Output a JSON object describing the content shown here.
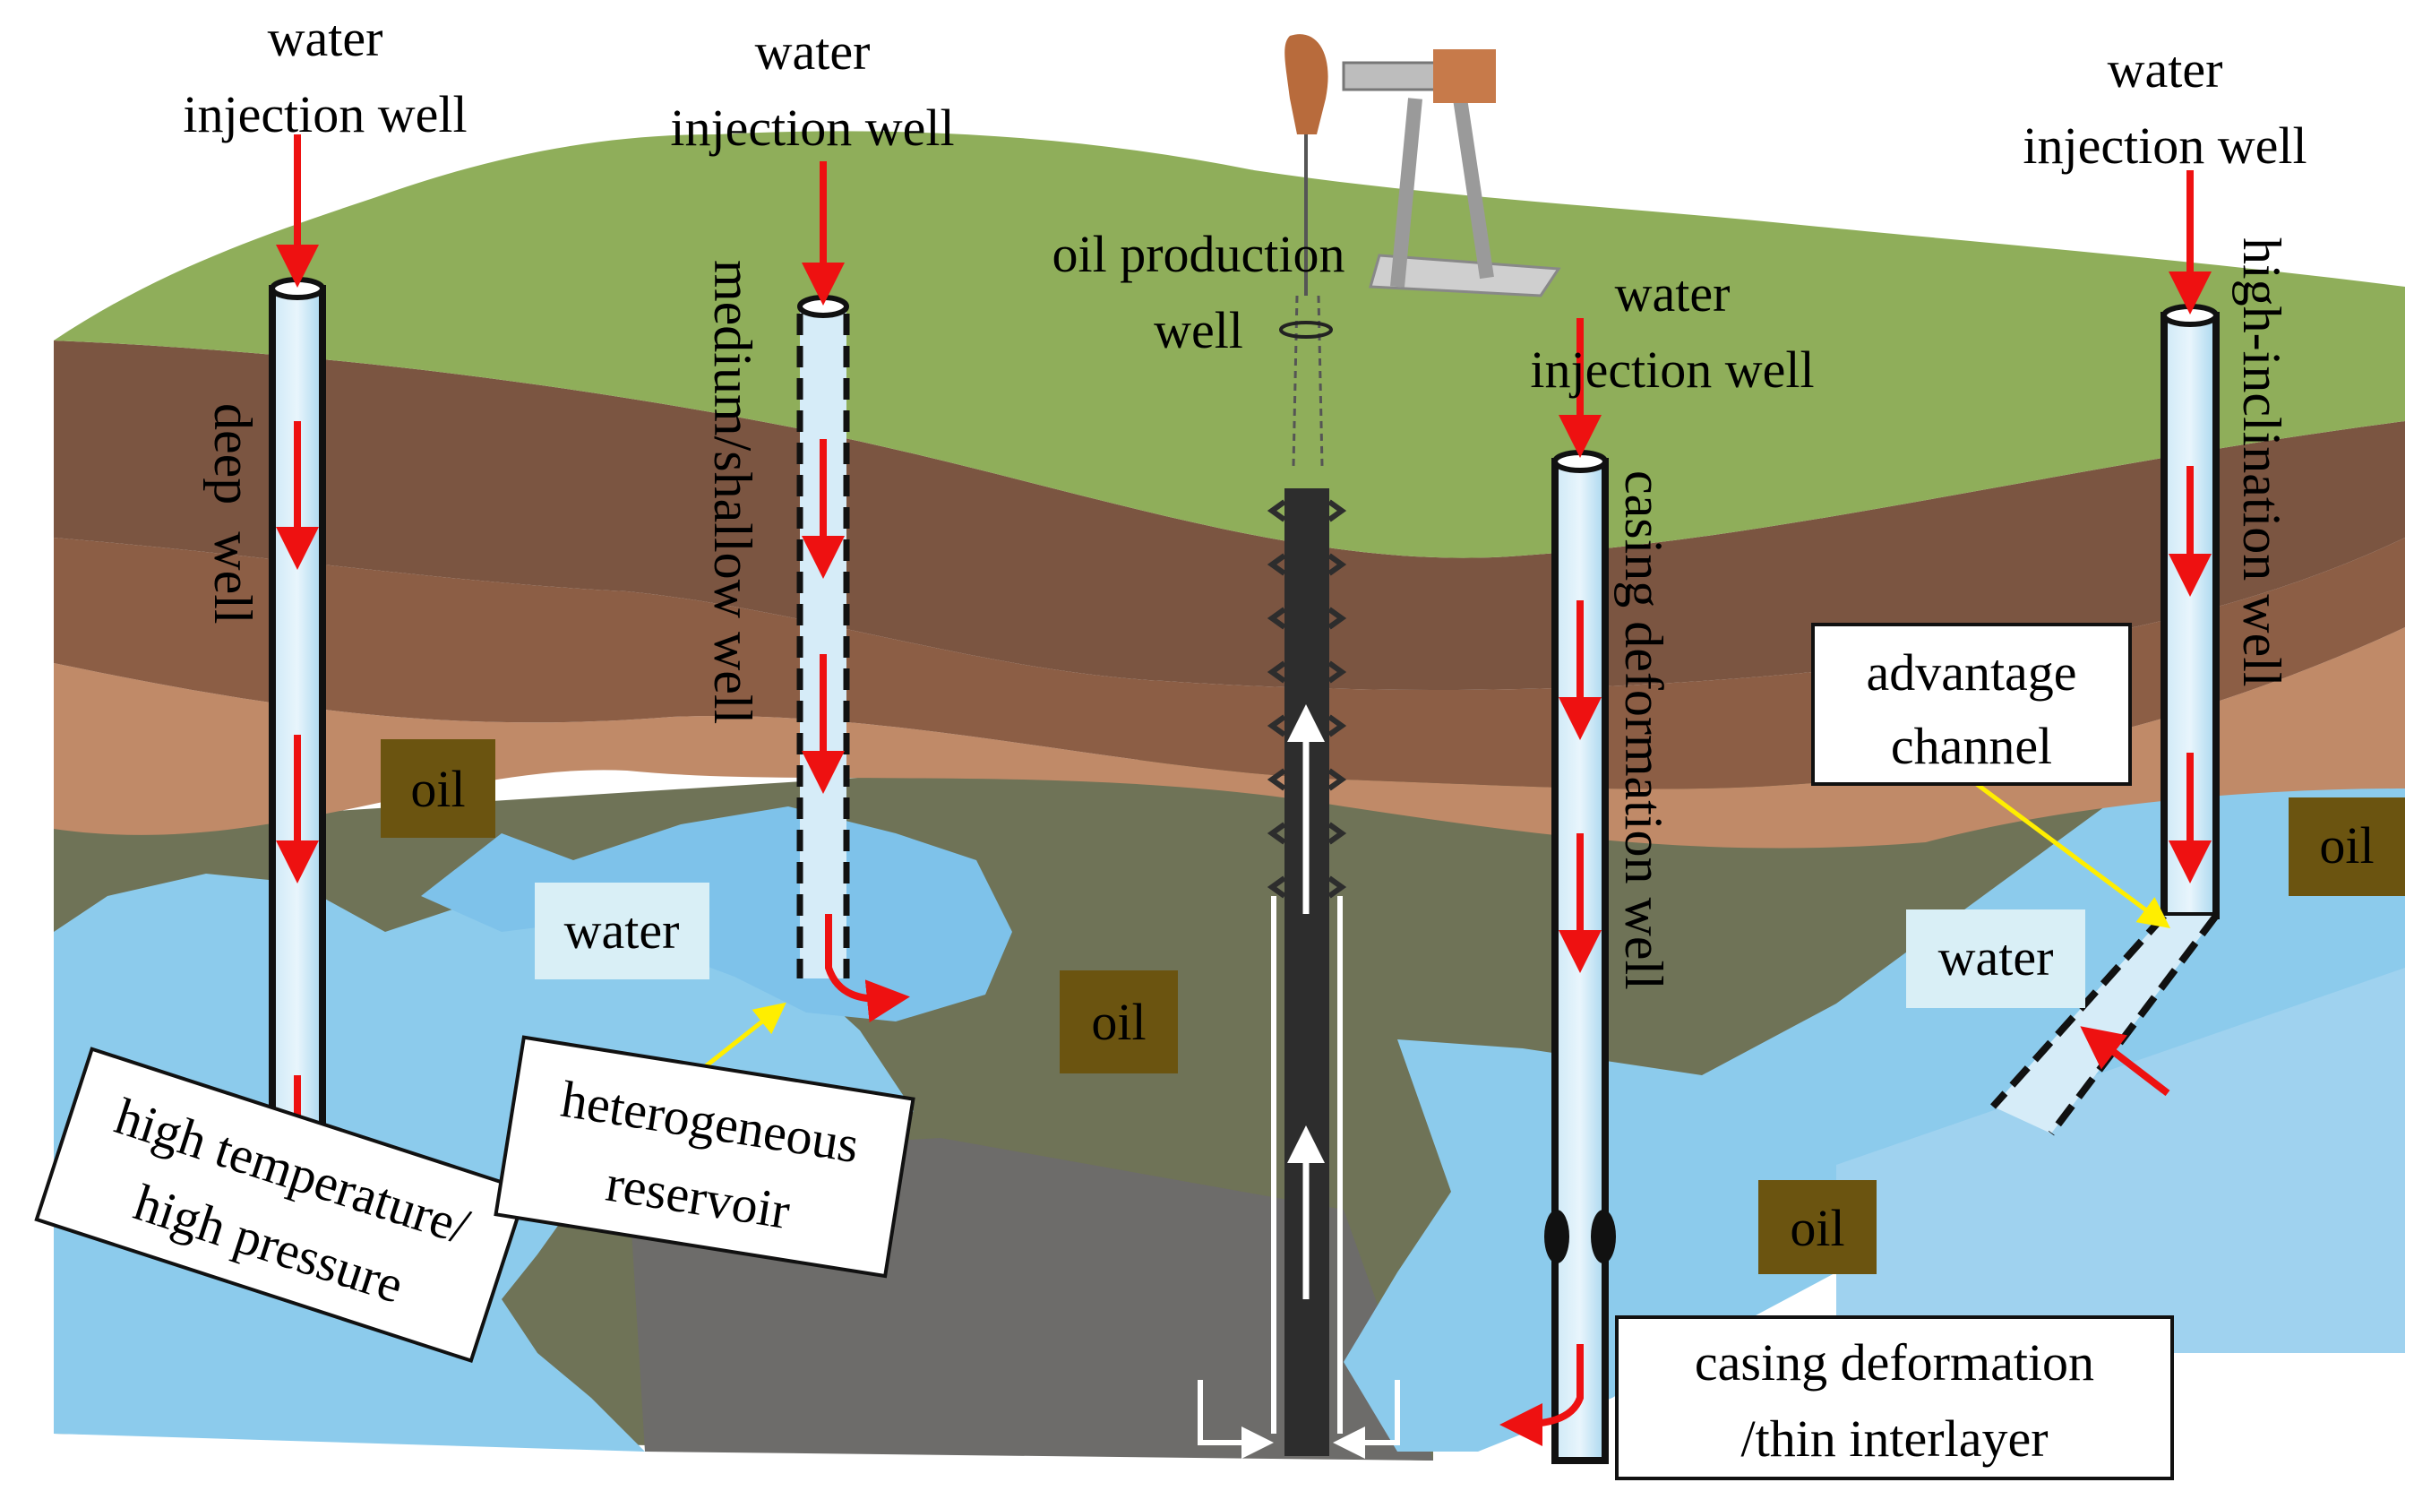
{
  "labels": {
    "injection_well_1": [
      "water",
      "injection well"
    ],
    "injection_well_2": [
      "water",
      "injection well"
    ],
    "injection_well_3": [
      "water",
      "injection well"
    ],
    "injection_well_4": [
      "water",
      "injection well"
    ],
    "production_well": [
      "oil production",
      "well"
    ],
    "deep_well": "deep  well",
    "medium_shallow_well": "medium/shallow well",
    "casing_deformation_well": "casing deformation well",
    "high_inclination_well": "high-inclination well",
    "oil": "oil",
    "water": "water",
    "callout_high_temp": [
      "high temperature/",
      "high pressure"
    ],
    "callout_heterogeneous": [
      "heterogeneous",
      "reservoir"
    ],
    "callout_advantage": [
      "advantage",
      "channel"
    ],
    "callout_casing": [
      "casing deformation",
      "/thin interlayer"
    ]
  },
  "colors": {
    "grass": "#8fae5a",
    "soil_dark": "#7a5540",
    "soil_mid": "#8a5c45",
    "soil_light": "#c08a68",
    "water": "#8ccbec",
    "rock": "#6e7358",
    "arrow_red": "#ee1111",
    "arrow_yellow": "#ffee00",
    "oil_box": "#6b5410"
  }
}
